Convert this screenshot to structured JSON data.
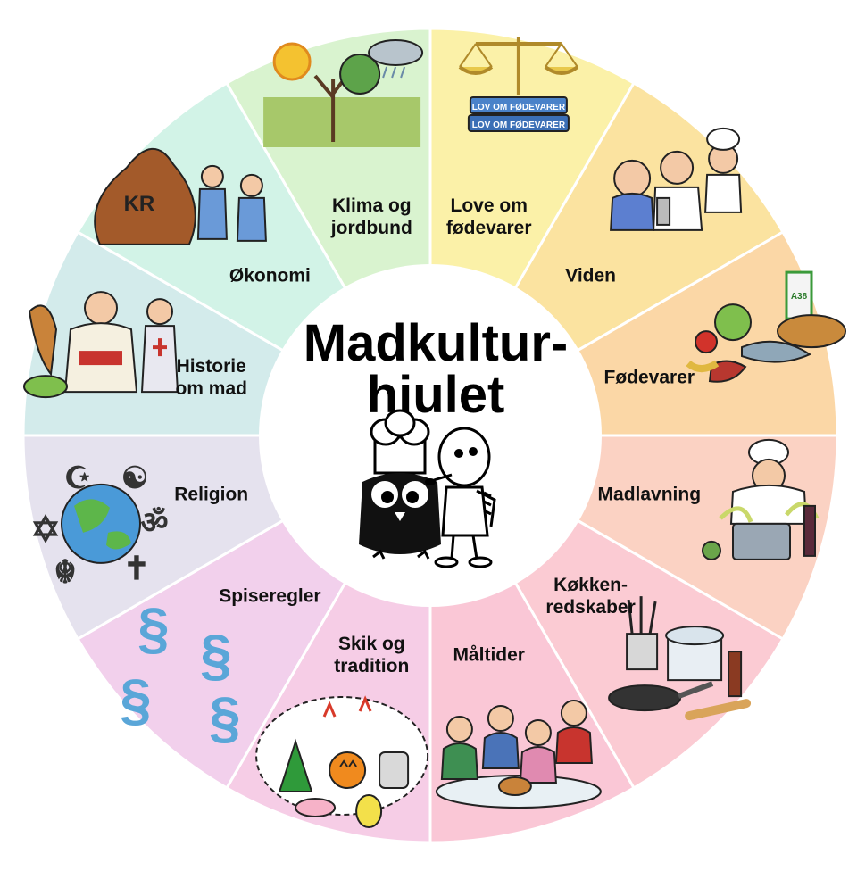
{
  "title": {
    "line1": "Madkultur-",
    "line2": "hjulet"
  },
  "colors": {
    "center": "#ffffff",
    "outline": "#ffffff"
  },
  "segments": [
    {
      "id": "love-om-fodevarer",
      "lines": [
        "Love om",
        "fødevarer"
      ],
      "color": "#fbf1a8",
      "icon": "scales-and-law-books-icon"
    },
    {
      "id": "viden",
      "lines": [
        "Viden"
      ],
      "color": "#fbe3a0",
      "icon": "scientist-and-chef-icon"
    },
    {
      "id": "fodevarer",
      "lines": [
        "Fødevarer"
      ],
      "color": "#fbd7a6",
      "icon": "groceries-icon"
    },
    {
      "id": "madlavning",
      "lines": [
        "Madlavning"
      ],
      "color": "#fbd2c3",
      "icon": "cooking-chef-icon"
    },
    {
      "id": "kokkenredskaber",
      "lines": [
        "Køkken-",
        "redskaber"
      ],
      "color": "#fbcbd3",
      "icon": "kitchen-utensils-icon"
    },
    {
      "id": "maltider",
      "lines": [
        "Måltider"
      ],
      "color": "#fac7d6",
      "icon": "family-meal-icon"
    },
    {
      "id": "skik-og-tradition",
      "lines": [
        "Skik og",
        "tradition"
      ],
      "color": "#f6cde6",
      "icon": "holiday-traditions-icon"
    },
    {
      "id": "spiseregler",
      "lines": [
        "Spiseregler"
      ],
      "color": "#f2d0ec",
      "icon": "paragraph-signs-icon"
    },
    {
      "id": "religion",
      "lines": [
        "Religion"
      ],
      "color": "#e5e2ee",
      "icon": "religious-symbols-globe-icon"
    },
    {
      "id": "historie-om-mad",
      "lines": [
        "Historie",
        "om mad"
      ],
      "color": "#d3ebeb",
      "icon": "historical-figures-icon"
    },
    {
      "id": "okonomi",
      "lines": [
        "Økonomi"
      ],
      "color": "#d2f3e7",
      "icon": "money-bag-icon"
    },
    {
      "id": "klima-og-jordbund",
      "lines": [
        "Klima og",
        "jordbund"
      ],
      "color": "#d9f3cf",
      "icon": "weather-landscape-icon"
    }
  ],
  "illustration_text": {
    "law_book_1": "LOV OM FØDEVARER",
    "law_book_2": "LOV OM FØDEVARER",
    "money_bag": "KR",
    "milk_carton": "A38"
  }
}
